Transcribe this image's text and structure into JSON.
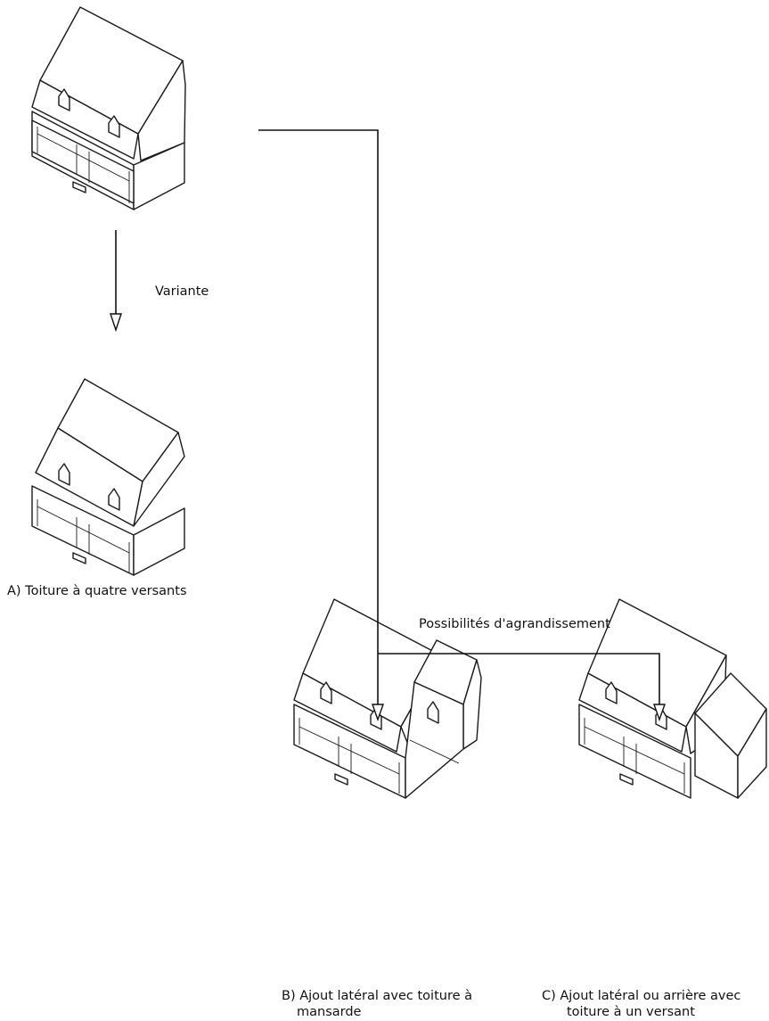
{
  "labels": {
    "variante": "Variante",
    "possibilites": "Possibilités d'agrandissement",
    "caption_a": "A) Toiture à quatre versants",
    "caption_b_line1": "B) Ajout latéral avec toiture à",
    "caption_b_line2": "mansarde",
    "caption_c_line1": "C)  Ajout latéral ou arrière avec",
    "caption_c_line2": "toiture à un versant"
  }
}
